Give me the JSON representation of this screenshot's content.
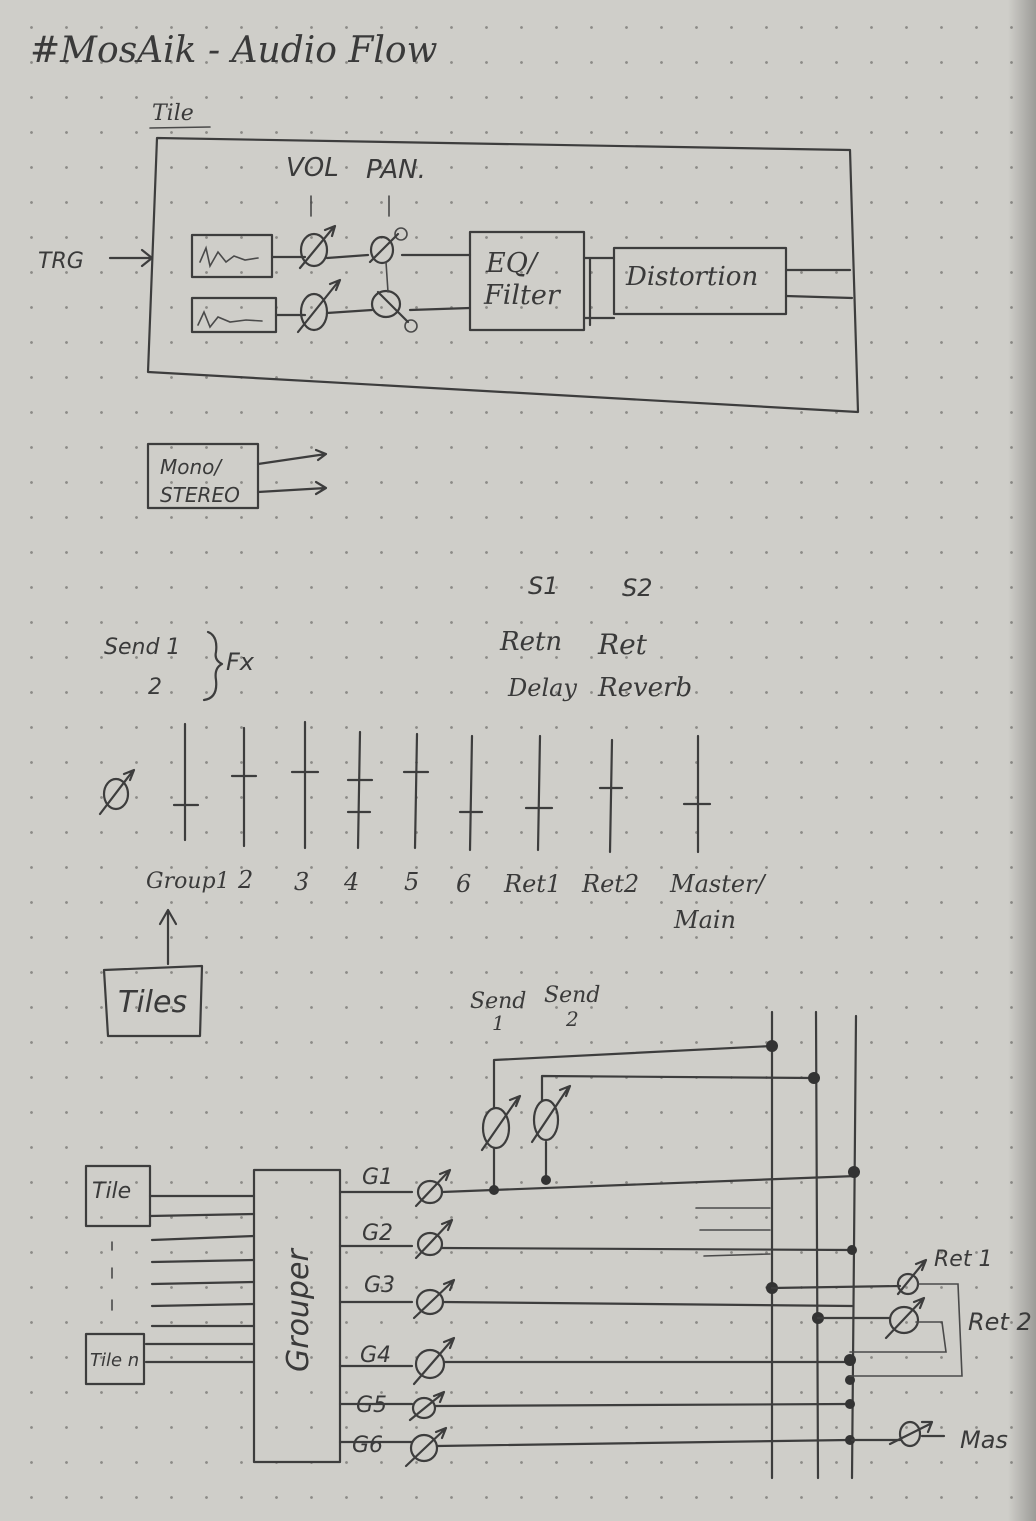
{
  "title": "#MosAik - Audio Flow",
  "tile_section": {
    "tile_label": "Tile",
    "trg_label": "TRG",
    "vol_label": "VOL",
    "pan_label": "PAN.",
    "eq_filter_line1": "EQ/",
    "eq_filter_line2": "Filter",
    "distortion_label": "Distortion",
    "mono_stereo_line1": "Mono/",
    "mono_stereo_line2": "STEREO"
  },
  "mixer_section": {
    "send_line1": "Send 1",
    "send_line2": "2",
    "fx_label": "Fx",
    "s1_label": "S1",
    "s2_label": "S2",
    "ret_label_1": "Retn",
    "ret_label_2": "Ret",
    "delay_label": "Delay",
    "reverb_label": "Reverb",
    "channels": [
      "Group1",
      "2",
      "3",
      "4",
      "5",
      "6",
      "Ret1",
      "Ret2",
      "Master/",
      "Main"
    ],
    "tiles_box_label": "Tiles"
  },
  "routing_section": {
    "send_1_label": "Send",
    "send_1_num": "1",
    "send_2_label": "Send",
    "send_2_num": "2",
    "tile_first": "Tile",
    "tile_last": "Tile n",
    "grouper_label": "Grouper",
    "groups": [
      "G1",
      "G2",
      "G3",
      "G4",
      "G5",
      "G6"
    ],
    "ret1_label": "Ret 1",
    "ret2_label": "Ret 2",
    "master_label": "Mas"
  }
}
